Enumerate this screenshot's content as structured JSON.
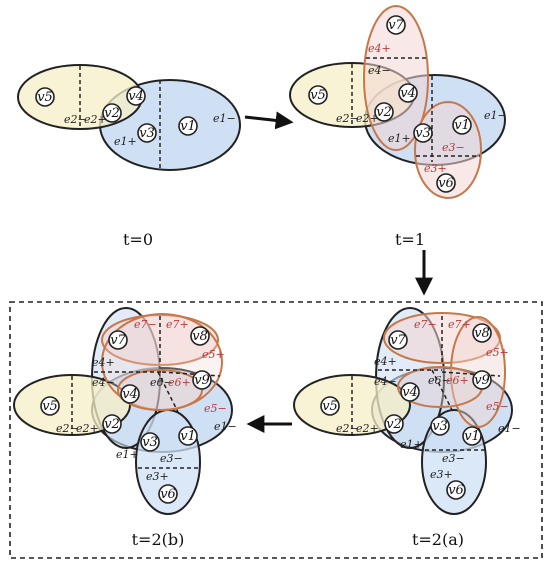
{
  "colors": {
    "blue_fill": "#cfe0f4",
    "yellow_fill": "#f7efc7",
    "red_fill": "#f2d6d3",
    "black_stroke": "#222222",
    "orange_stroke": "#c6784a",
    "red_text": "#b83b3b",
    "dark_text": "#222222"
  },
  "panels": {
    "t0": {
      "label": "t=0"
    },
    "t1": {
      "label": "t=1"
    },
    "t2a": {
      "label": "t=2(a)"
    },
    "t2b": {
      "label": "t=2(b)"
    }
  },
  "nodes": {
    "v1": "v1",
    "v2": "v2",
    "v3": "v3",
    "v4": "v4",
    "v5": "v5",
    "v6": "v6",
    "v7": "v7",
    "v8": "v8",
    "v9": "v9"
  },
  "edges": {
    "e1m": "e1−",
    "e1p": "e1+",
    "e2m": "e2−",
    "e2p": "e2+",
    "e3m": "e3−",
    "e3p": "e3+",
    "e4m": "e4−",
    "e4p": "e4+",
    "e5m": "e5−",
    "e5p": "e5+",
    "e6m": "e6−",
    "e6p": "e6+",
    "e7m": "e7−",
    "e7p": "e7+"
  },
  "arrows": [
    "right-arrow",
    "down-arrow",
    "left-arrow"
  ]
}
